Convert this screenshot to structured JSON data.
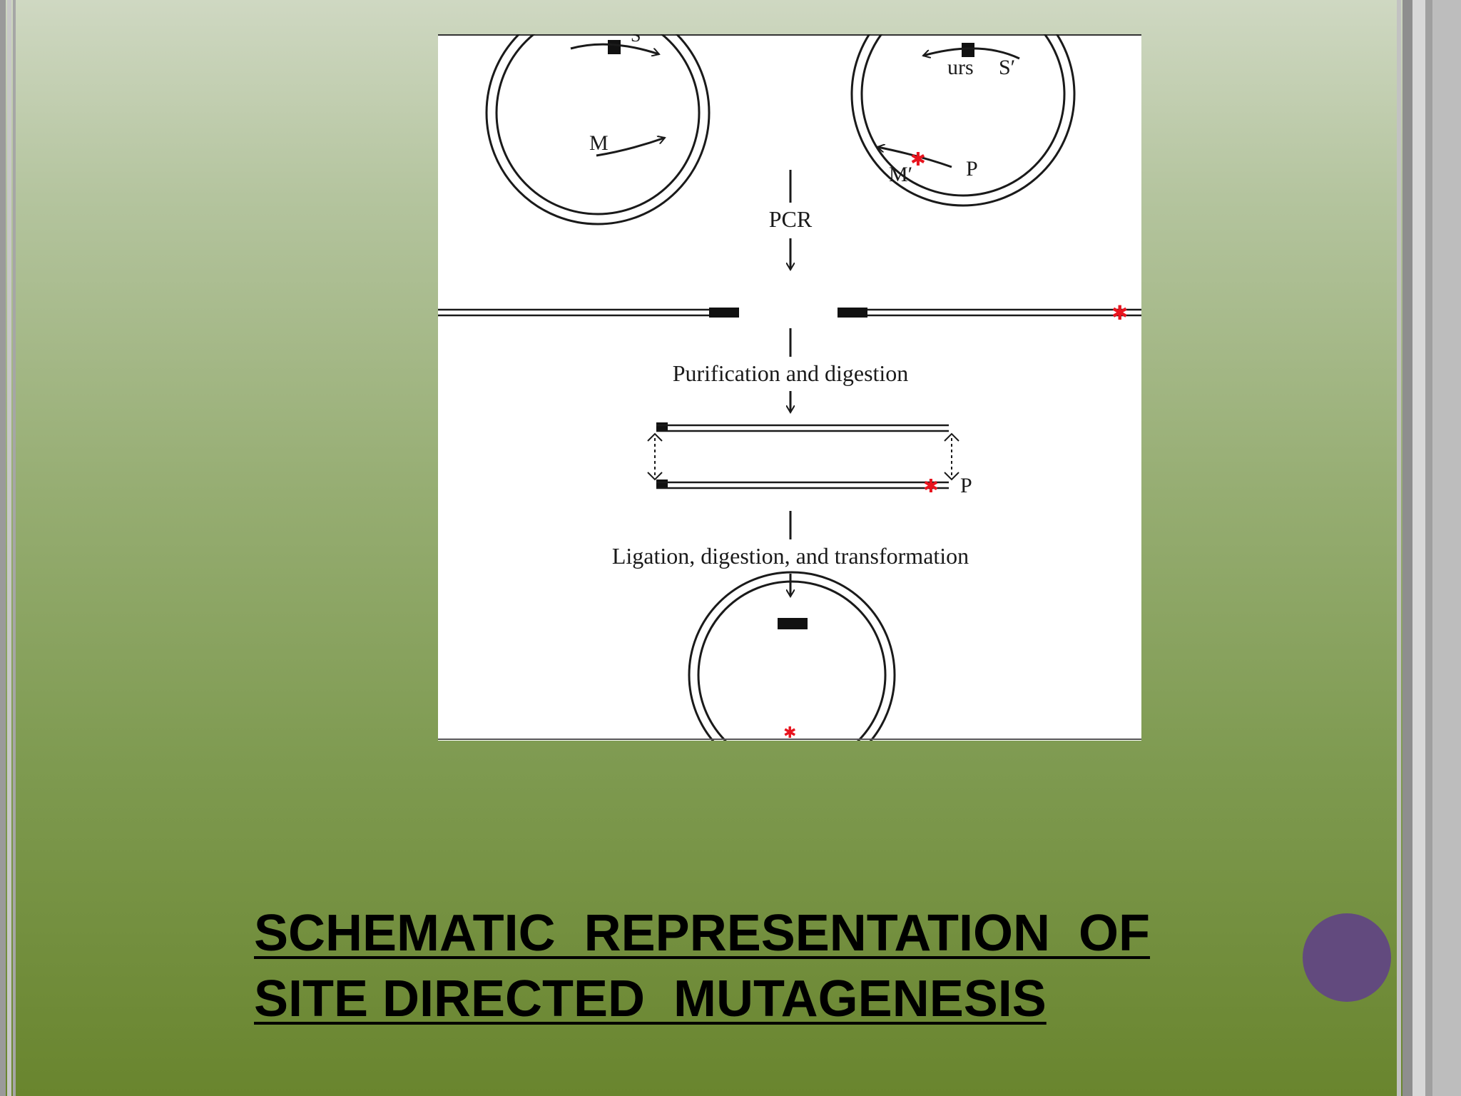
{
  "slide": {
    "title_line1": "SCHEMATIC  REPRESENTATION  OF",
    "title_line2": "SITE DIRECTED  MUTAGENESIS"
  },
  "diagram": {
    "label_s": "S",
    "label_urs": "urs",
    "label_s_prime": "S′",
    "label_m": "M",
    "label_m_prime": "M′",
    "label_p": "P",
    "label_p2": "P",
    "step1": "PCR",
    "step2": "Purification and digestion",
    "step3": "Ligation, digestion, and transformation"
  },
  "colors": {
    "background_top": "#cfd8c2",
    "background_bottom": "#69852e",
    "mutation_mark": "#e8141e",
    "circle_button": "#624a7e",
    "title_text": "#000000"
  }
}
